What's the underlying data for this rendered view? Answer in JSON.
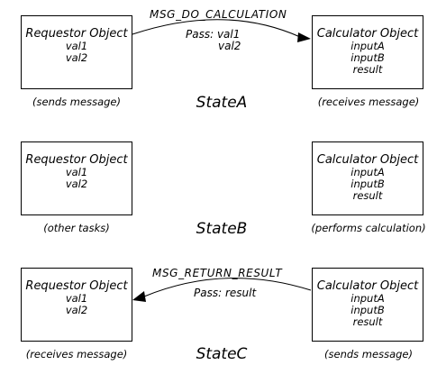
{
  "requestor": {
    "title": "Requestor Object",
    "fields": [
      "val1",
      "val2"
    ]
  },
  "calculator": {
    "title": "Calculator Object",
    "fields": [
      "inputA",
      "inputB",
      "result"
    ]
  },
  "rows": [
    {
      "state": "StateA",
      "left_caption": "(sends message)",
      "right_caption": "(receives message)",
      "message": "MSG_DO_CALCULATION",
      "pass_label": "Pass: val1",
      "pass_extra": "val2"
    },
    {
      "state": "StateB",
      "left_caption": "(other tasks)",
      "right_caption": "(performs calculation)"
    },
    {
      "state": "StateC",
      "left_caption": "(receives message)",
      "right_caption": "(sends message)",
      "message": "MSG_RETURN_RESULT",
      "pass_label": "Pass: result"
    }
  ]
}
